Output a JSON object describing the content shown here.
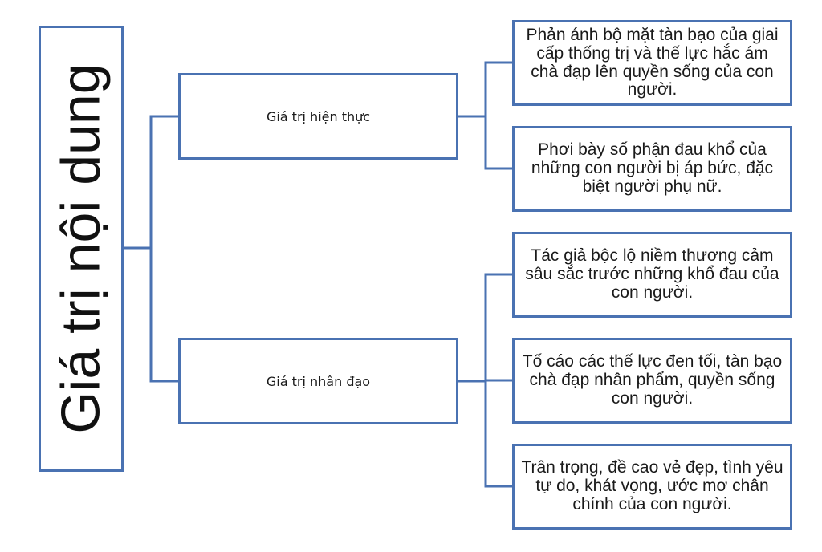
{
  "diagram": {
    "root": {
      "label": "Giá trị nội dung"
    },
    "branches": [
      {
        "label": "Giá trị hiện thực",
        "leaves": [
          "Phản ánh bộ mặt tàn bạo của giai cấp thống trị và thế lực hắc ám chà đạp lên quyền sống của con người.",
          "Phơi bày số phận đau khổ của những con người bị áp bức, đặc biệt người phụ nữ."
        ]
      },
      {
        "label": "Giá trị nhân đạo",
        "leaves": [
          "Tác giả bộc lộ niềm thương cảm sâu sắc trước những khổ đau của con người.",
          "Tố cáo các thế lực đen tối, tàn bạo chà đạp nhân phẩm, quyền sống con người.",
          "Trân trọng, đề cao vẻ đẹp, tình yêu tự do, khát vọng, ước mơ chân chính của con người."
        ]
      }
    ],
    "colors": {
      "border": "#4a72b2",
      "text": "#1a1a1a"
    }
  }
}
